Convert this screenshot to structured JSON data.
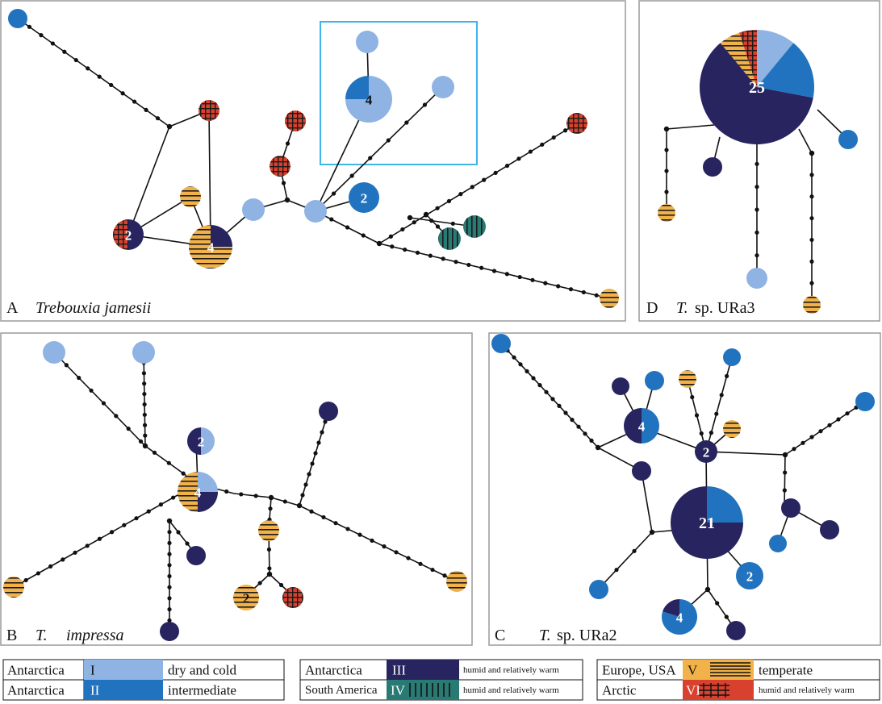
{
  "colors": {
    "I": "#8fb3e3",
    "II": "#2273bf",
    "III": "#27245f",
    "IV": "#2a7a74",
    "V": "#f2b24a",
    "VI": "#d9412f",
    "frame": "#9a9a9a",
    "highlight_box": "#3fb6e8"
  },
  "panels": {
    "A": {
      "letter": "A",
      "species": "Trebouxia jamesii"
    },
    "B": {
      "letter": "B",
      "species_genus": "T.",
      "species_epithet": "impressa"
    },
    "C": {
      "letter": "C",
      "species_genus": "T.",
      "species_epithet": "sp. URa2"
    },
    "D": {
      "letter": "D",
      "species_genus": "T.",
      "species_epithet": "sp. URa3"
    }
  },
  "node_counts": {
    "A_box_node": "4",
    "A_blue_node": "2",
    "A_red_dark_node": "2",
    "A_orange_dark_node": "4",
    "B_dark_light_small": "2",
    "B_center": "4",
    "B_orange_lower": "2",
    "C_upper_split": "4",
    "C_small_hub": "2",
    "C_big_center": "21",
    "C_blue_right": "2",
    "C_lower_split": "4",
    "D_big_center": "25"
  },
  "legend": {
    "group1": {
      "rows": [
        {
          "region": "Antarctica",
          "code": "I",
          "climate": "dry and cold",
          "color_key": "I"
        },
        {
          "region": "Antarctica",
          "code": "II",
          "climate": "intermediate",
          "color_key": "II"
        }
      ]
    },
    "group2": {
      "rows": [
        {
          "region": "Antarctica",
          "code": "III",
          "climate": "humid and relatively warm",
          "color_key": "III"
        },
        {
          "region": "South America",
          "code": "IV",
          "climate": "humid and relatively warm",
          "color_key": "IV"
        }
      ]
    },
    "group3": {
      "rows": [
        {
          "region": "Europe, USA",
          "code": "V",
          "climate": "temperate",
          "color_key": "V"
        },
        {
          "region": "Arctic",
          "code": "VI",
          "climate": "humid and relatively warm",
          "color_key": "VI"
        }
      ]
    }
  }
}
